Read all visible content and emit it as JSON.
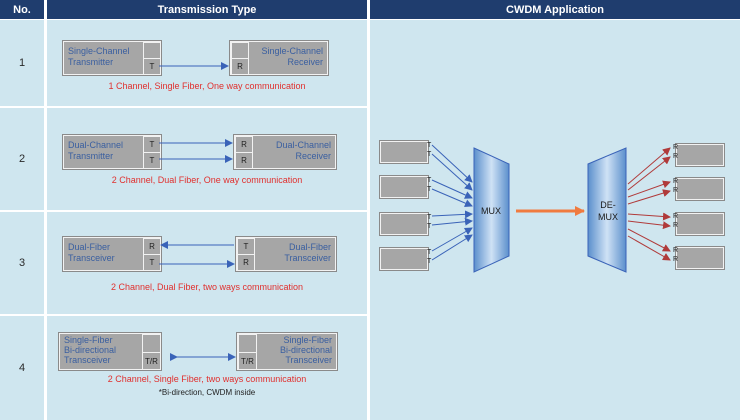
{
  "headers": {
    "no": "No.",
    "type": "Transmission Type",
    "app": "CWDM Application"
  },
  "rows": [
    {
      "no": "1",
      "left": {
        "line1": "Single-Channel",
        "line2": "Transmitter",
        "ports": [
          "T"
        ]
      },
      "right": {
        "line1": "Single-Channel",
        "line2": "Receiver",
        "ports": [
          "R"
        ]
      },
      "caption": "1 Channel, Single Fiber, One way communication"
    },
    {
      "no": "2",
      "left": {
        "line1": "Dual-Channel",
        "line2": "Transmitter",
        "ports": [
          "T",
          "T"
        ]
      },
      "right": {
        "line1": "Dual-Channel",
        "line2": "Receiver",
        "ports": [
          "R",
          "R"
        ]
      },
      "caption": "2 Channel, Dual Fiber, One way communication"
    },
    {
      "no": "3",
      "left": {
        "line1": "Dual-Fiber",
        "line2": "Transceiver",
        "ports": [
          "R",
          "T"
        ]
      },
      "right": {
        "line1": "Dual-Fiber",
        "line2": "Transceiver",
        "ports": [
          "T",
          "R"
        ]
      },
      "caption": "2 Channel, Dual Fiber, two ways communication"
    },
    {
      "no": "4",
      "left": {
        "line1": "Single-Fiber",
        "line2": "Bi-directional",
        "line3": "Transceiver",
        "ports": [
          "T/R"
        ]
      },
      "right": {
        "line1": "Single-Fiber",
        "line2": "Bi-directional",
        "line3": "Transceiver",
        "ports": [
          "T/R"
        ]
      },
      "caption": "2 Channel, Single Fiber, two ways communication",
      "note": "*Bi-direction, CWDM inside"
    }
  ],
  "cwdm": {
    "mux_label": "MUX",
    "demux_line1": "DE-",
    "demux_line2": "MUX",
    "tx_port": "T",
    "rx_port": "R",
    "colors": {
      "blue_arrow": "#3a63b8",
      "orange_arrow": "#f07b3f",
      "red_arrow": "#b03a3a",
      "trapezoid": "#6fa3d6"
    }
  }
}
